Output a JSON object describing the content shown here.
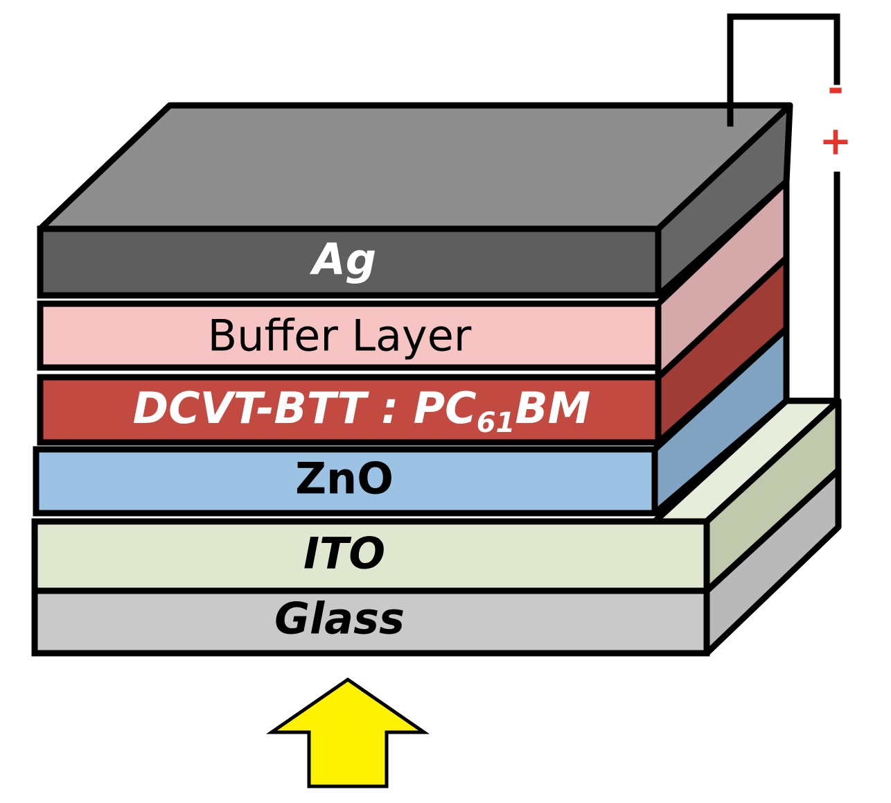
{
  "layers": {
    "ag": {
      "label": "Ag",
      "front": "#5e5e5e",
      "side": "#666666",
      "top": "#8e8e8e",
      "text_color": "#ffffff"
    },
    "buffer": {
      "label": "Buffer Layer",
      "front": "#f7c4c4",
      "side": "#d5a9a9",
      "text_color": "#000000"
    },
    "active": {
      "label_main": "DCVT-BTT : PC",
      "label_sub": "61",
      "label_tail": "BM",
      "front": "#c34a41",
      "side": "#9f3c36",
      "text_color": "#ffffff"
    },
    "zno": {
      "label": "ZnO",
      "front": "#9cc3e4",
      "side": "#80a3c1",
      "text_color": "#000000"
    },
    "ito": {
      "label": "ITO",
      "front": "#dfe8cf",
      "side": "#c0c9ac",
      "top": "#e6eedb",
      "text_color": "#000000"
    },
    "glass": {
      "label": "Glass",
      "front": "#c9c9c9",
      "side": "#b9b9b9",
      "text_color": "#000000"
    }
  },
  "terminals": {
    "negative": "-",
    "positive": "+",
    "color": "#e8332a"
  },
  "light_arrow": {
    "color": "#fff200"
  }
}
